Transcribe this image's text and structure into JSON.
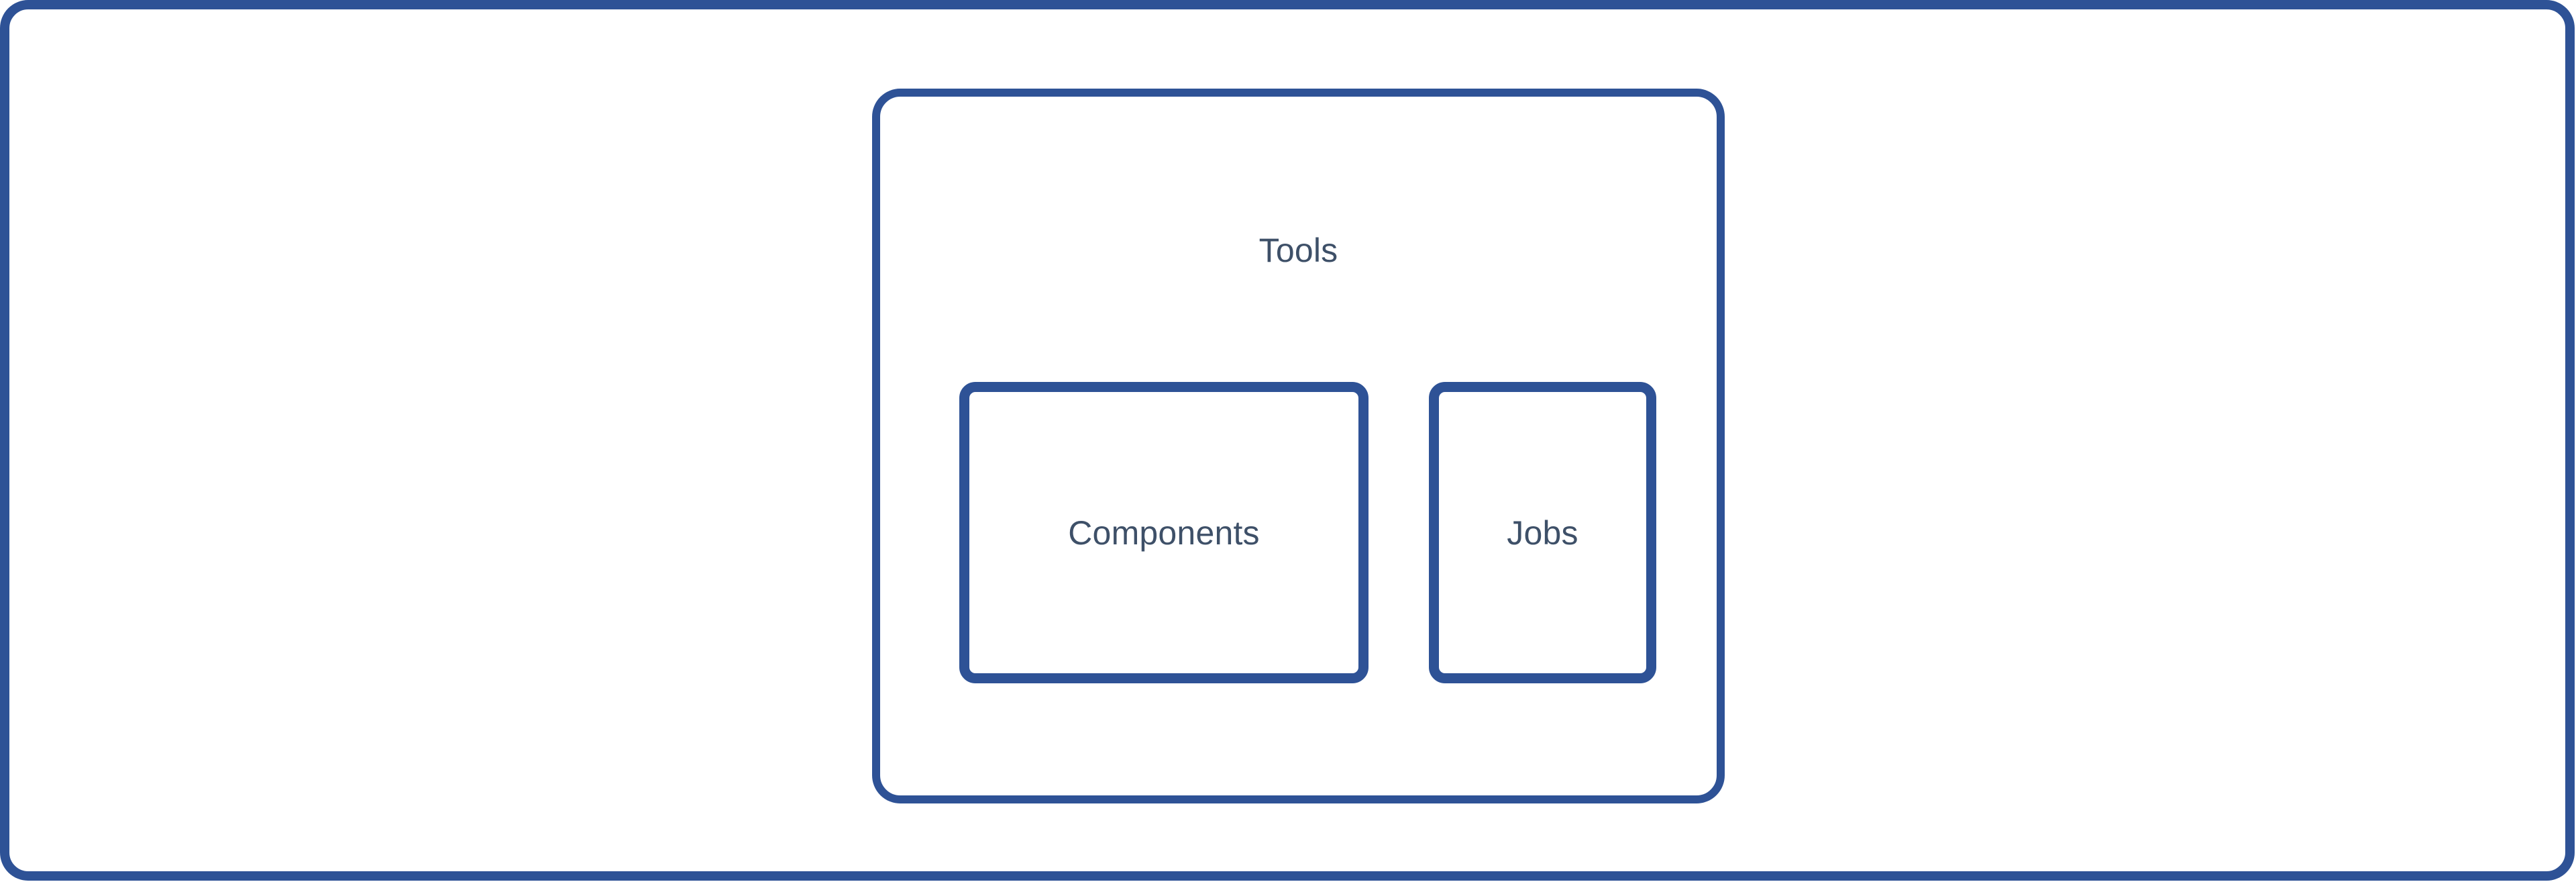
{
  "diagram": {
    "type": "nested-box-diagram",
    "background_color": "#FFFFFF",
    "accent_color": "#2E5296",
    "text_color": "#3E5068",
    "outer_frame": {
      "label": "",
      "border_color": "#2E5296"
    },
    "groups": [
      {
        "name": "tools-group",
        "title": "Tools",
        "border_color": "#2E5296",
        "children": [
          {
            "name": "components-box",
            "label": "Components",
            "border_color": "#2E5296"
          },
          {
            "name": "jobs-box",
            "label": "Jobs",
            "border_color": "#2E5296"
          }
        ]
      }
    ]
  }
}
